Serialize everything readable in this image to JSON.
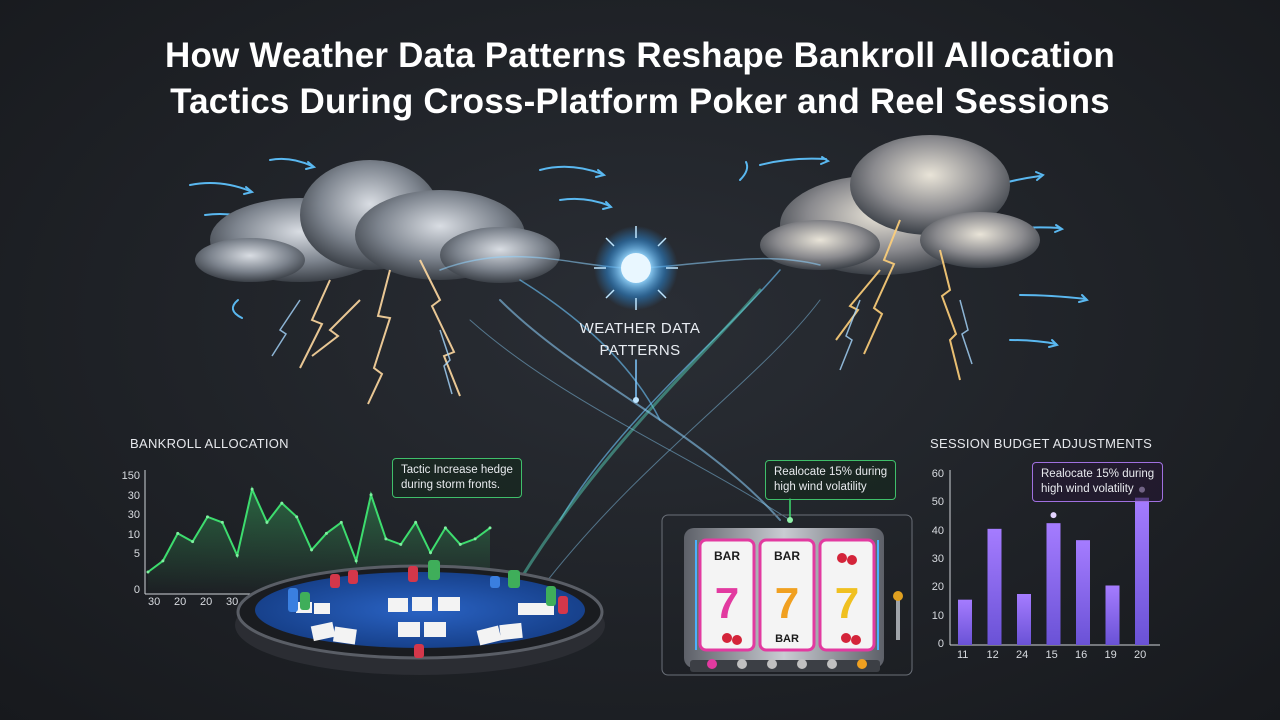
{
  "title_line1": "How Weather Data Patterns Reshape Bankroll Allocation",
  "title_line2": "Tactics During Cross-Platform Poker and Reel Sessions",
  "center_label_line1": "WEATHER DATA",
  "center_label_line2": "PATTERNS",
  "colors": {
    "line_green": "#3ddc6e",
    "bar_purple": "#8b6cf0",
    "accent_blue": "#5ab8f0",
    "lightning": "#ffd07a"
  },
  "left_note_line1": "Tactic Increase hedge",
  "left_note_line2": "during storm fronts.",
  "mid_note_line1": "Realocate 15% during",
  "mid_note_line2": "high wind volatility",
  "right_note_line1": "Realocate 15% during",
  "right_note_line2": "high wind volatility",
  "slot_labels": {
    "bar1": "BAR",
    "bar2": "BAR",
    "bar3": "BAR",
    "seven": "7"
  },
  "chart_data": [
    {
      "type": "line",
      "title": "BANKROLL ALLOCATION",
      "y_ticks": [
        "150",
        "30",
        "30",
        "10",
        "5",
        "0"
      ],
      "x_ticks": [
        "30",
        "20",
        "20",
        "30"
      ],
      "values": [
        8,
        12,
        22,
        19,
        28,
        26,
        14,
        38,
        26,
        33,
        28,
        16,
        22,
        26,
        12,
        36,
        20,
        18,
        26,
        15,
        24,
        18,
        20,
        24
      ],
      "ylim": [
        0,
        45
      ]
    },
    {
      "type": "bar",
      "title": "SESSION BUDGET ADJUSTMENTS",
      "categories": [
        "11",
        "12",
        "24",
        "15",
        "16",
        "19",
        "20"
      ],
      "values": [
        16,
        41,
        18,
        43,
        37,
        21,
        52
      ],
      "y_ticks": [
        "60",
        "50",
        "40",
        "30",
        "20",
        "10",
        "0"
      ],
      "ylim": [
        0,
        60
      ]
    }
  ]
}
